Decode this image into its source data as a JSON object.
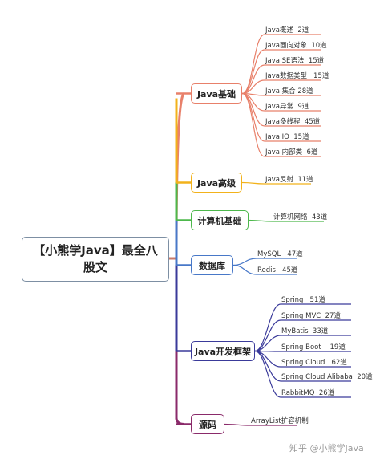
{
  "root": {
    "title": "【小熊学Java】最全八股文"
  },
  "branches": [
    {
      "label": "Java基础",
      "color": "#e8806a",
      "leaves": [
        "Java概述  2道",
        "Java面向对象  10道",
        "Java SE语法  15道",
        "Java数据类型   15道",
        "Java 集合 28道",
        "Java异常  9道",
        "Java多线程  45道",
        "Java IO  15道",
        "Java 内部类  6道"
      ]
    },
    {
      "label": "Java高级",
      "color": "#f2b21b",
      "leaves": [
        "Java反射  11道"
      ]
    },
    {
      "label": "计算机基础",
      "color": "#4db84c",
      "leaves": [
        "计算机网络  43道"
      ]
    },
    {
      "label": "数据库",
      "color": "#4878c8",
      "leaves": [
        "MySQL   47道",
        "Redis   45道"
      ]
    },
    {
      "label": "Java开发框架",
      "color": "#3a3a9a",
      "leaves": [
        "Spring   51道",
        "Spring MVC  27道",
        "MyBatis  33道",
        "Spring Boot    19道",
        "Spring Cloud   62道",
        "Spring Cloud Alibaba  20道",
        "RabbitMQ  26道"
      ]
    },
    {
      "label": "源码",
      "color": "#8a2a6a",
      "leaves": [
        "ArrayList扩容机制"
      ]
    }
  ],
  "watermark": "知乎 @小熊学Java"
}
